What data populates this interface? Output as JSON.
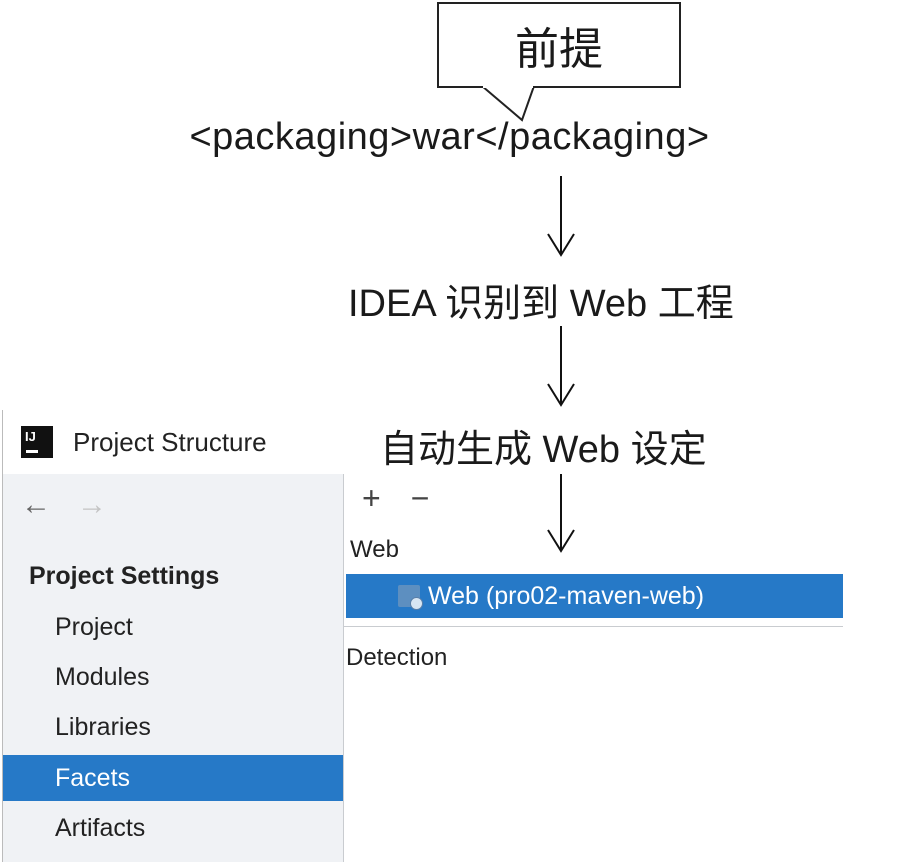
{
  "diagram": {
    "callout_text": "前提",
    "code_line": "<packaging>war</packaging>",
    "step_1": "IDEA 识别到 Web 工程",
    "step_2": "自动生成 Web 设定"
  },
  "window": {
    "title": "Project Structure",
    "logo_text": "IJ",
    "nav": {
      "back_icon": "←",
      "forward_icon": "→"
    },
    "sidebar": {
      "section_title": "Project Settings",
      "items": [
        {
          "label": "Project",
          "selected": false
        },
        {
          "label": "Modules",
          "selected": false
        },
        {
          "label": "Libraries",
          "selected": false
        },
        {
          "label": "Facets",
          "selected": true
        },
        {
          "label": "Artifacts",
          "selected": false
        }
      ]
    },
    "content": {
      "toolbar": {
        "add_icon": "+",
        "remove_icon": "−"
      },
      "group_label": "Web",
      "tree_item_label": "Web (pro02-maven-web)",
      "detection_label": "Detection"
    }
  },
  "colors": {
    "selection": "#2679c7",
    "sidebar_bg": "#f0f2f5"
  }
}
